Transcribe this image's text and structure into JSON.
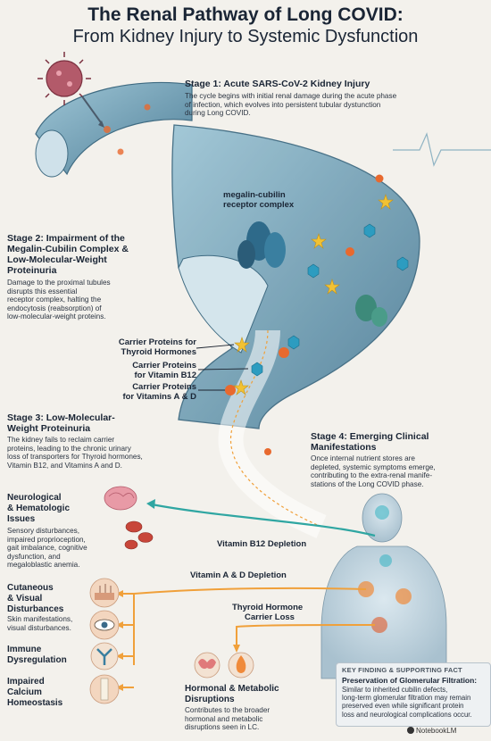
{
  "title": {
    "line1": "The Renal Pathway of Long COVID:",
    "line2": "From Kidney Injury to Systemic Dysfunction"
  },
  "stage1": {
    "heading": "Stage 1: Acute SARS-CoV-2 Kidney Injury",
    "text": [
      "The cycle begins with initial renal damage during the acute phase",
      "of infection, which evolves into persistent tubular dystunction",
      "during Long COVID."
    ]
  },
  "receptor_label": [
    "megalin-cubilin",
    "receptor complex"
  ],
  "stage2": {
    "heading": [
      "Stage 2: Impairment of the",
      "Megalin-Cubilin Complex &",
      "Low-Molecular-Weight",
      "Proteinuria"
    ],
    "text": [
      "Damage to the proximal tubules",
      "disrupts this essential",
      "receptor complex, halting the",
      "endocytosis (reabsorption) of",
      "low-molecular-weight proteins."
    ]
  },
  "carrier_labels": {
    "thyroid": [
      "Carrier Proteins for",
      "Thyroid Hormones"
    ],
    "b12": [
      "Carrier Proteins",
      "for Vitamin B12"
    ],
    "ad": [
      "Carrier Proteins",
      "for Vitamins A & D"
    ]
  },
  "stage3": {
    "heading": [
      "Stage 3: Low-Molecular-",
      "Weight Proteinuria"
    ],
    "text": [
      "The kidney fails to reclaim carrier",
      "proteins, leading to the chronic urinary",
      "loss of transporters for Thyroid hormones,",
      "Vitamin B12, and Vitamins A and D."
    ]
  },
  "stage4": {
    "heading": [
      "Stage 4: Emerging Clinical",
      "Manifestations"
    ],
    "text": [
      "Once internal nutrient stores are",
      "depleted, systemic symptoms emerge,",
      "contributing to the extra-renal manife-",
      "stations of the Long COVID phase."
    ]
  },
  "neuro": {
    "heading": [
      "Neurological",
      "& Hematologic",
      "Issues"
    ],
    "text": [
      "Sensory disturbances,",
      "impaired proprioception,",
      "gait imbalance, cognitive",
      "dysfunction, and",
      "megaloblastic anemia."
    ]
  },
  "b12_depletion": "Vitamin B12 Depletion",
  "ad_depletion": "Vitamin A & D Depletion",
  "thyroid_loss": [
    "Thyroid Hormone",
    "Carrier Loss"
  ],
  "cutaneous": {
    "heading": [
      "Cutaneous",
      "& Visual",
      "Disturbances"
    ],
    "text": [
      "Skin manifestations,",
      "visual disturbances."
    ]
  },
  "immune": {
    "heading": [
      "Immune",
      "Dysregulation"
    ]
  },
  "calcium": {
    "heading": [
      "Impaired",
      "Calcium",
      "Homeostasis"
    ]
  },
  "hormonal": {
    "heading": [
      "Hormonal & Metabolic",
      "Disruptions"
    ],
    "text": [
      "Contributes to the broader",
      "hormonal and metabolic",
      "disruptions seen in LC."
    ]
  },
  "key_finding": {
    "label": "KEY FINDING & SUPPORTING FACT",
    "heading": "Preservation of Glomerular Filtration:",
    "text": [
      "Similar to inherited cubilin defects,",
      "long-term glomerular filtration may remain",
      "preserved even while significant protein",
      "loss and neurological complications occur."
    ]
  },
  "footer": "NotebookLM",
  "colors": {
    "tubule": "#5f8fa6",
    "teal_arrow": "#2fa6a2",
    "orange_arrow": "#f0a03a",
    "star": "#f2c233",
    "orange_dot": "#e8692e",
    "hex": "#2d9cc0"
  }
}
